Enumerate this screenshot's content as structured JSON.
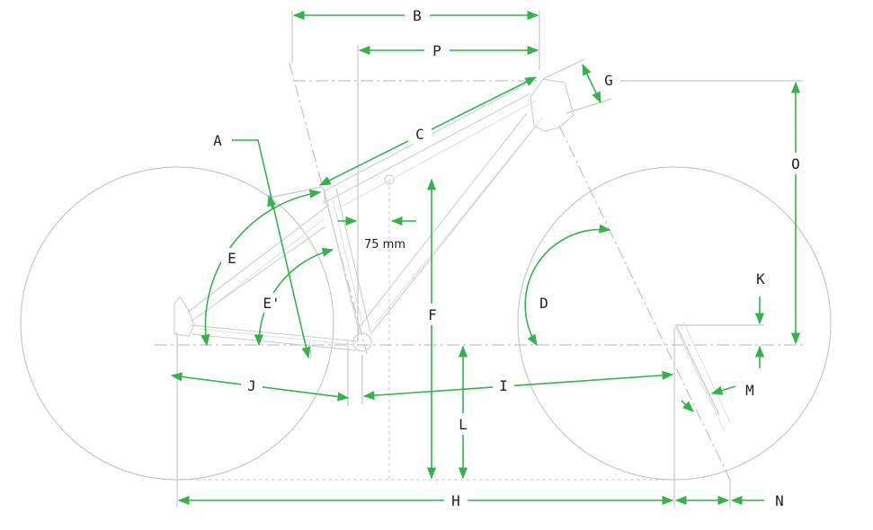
{
  "labels": {
    "A": "A",
    "B": "B",
    "C": "C",
    "D": "D",
    "E": "E",
    "E_prime": "E'",
    "F": "F",
    "G": "G",
    "H": "H",
    "I": "I",
    "J": "J",
    "K": "K",
    "L": "L",
    "M": "M",
    "N": "N",
    "O": "O",
    "P": "P"
  },
  "note": "75 mm",
  "colors": {
    "dimension": "#34b34a",
    "outline": "#c8c8c8",
    "text": "#222222"
  }
}
